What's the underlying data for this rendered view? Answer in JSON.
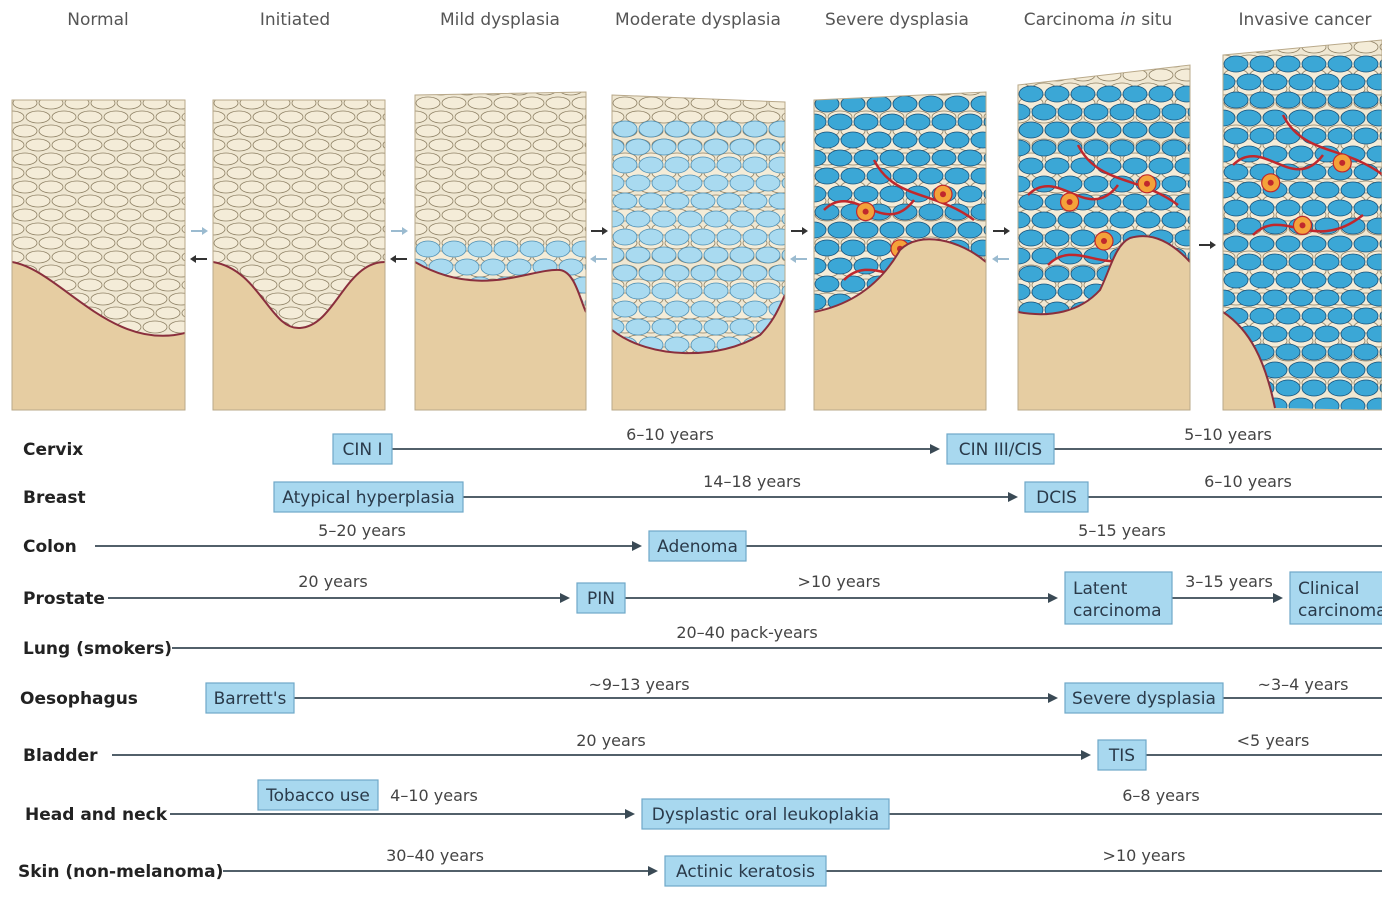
{
  "stages": [
    "Normal",
    "Initiated",
    "Mild dysplasia",
    "Moderate dysplasia",
    "Severe dysplasia",
    "Carcinoma in situ",
    "Invasive cancer"
  ],
  "organs": [
    {
      "name": "Cervix",
      "boxes": [
        "CIN I",
        "CIN III/CIS"
      ],
      "durations": [
        "6–10 years",
        "5–10 years"
      ]
    },
    {
      "name": "Breast",
      "boxes": [
        "Atypical hyperplasia",
        "DCIS"
      ],
      "durations": [
        "14–18 years",
        "6–10 years"
      ]
    },
    {
      "name": "Colon",
      "boxes": [
        "Adenoma"
      ],
      "durations": [
        "5–20 years",
        "5–15 years"
      ]
    },
    {
      "name": "Prostate",
      "boxes": [
        "PIN",
        "Latent carcinoma",
        "Clinical carcinoma"
      ],
      "durations": [
        "20 years",
        ">10 years",
        "3–15 years"
      ]
    },
    {
      "name": "Lung (smokers)",
      "boxes": [],
      "durations": [
        "20–40 pack-years"
      ]
    },
    {
      "name": "Oesophagus",
      "boxes": [
        "Barrett's",
        "Severe dysplasia"
      ],
      "durations": [
        "~9–13 years",
        "~3–4 years"
      ]
    },
    {
      "name": "Bladder",
      "boxes": [
        "TIS"
      ],
      "durations": [
        "20 years",
        "<5 years"
      ]
    },
    {
      "name": "Head and neck",
      "boxes": [
        "Tobacco use",
        "Dysplastic oral leukoplakia"
      ],
      "durations": [
        "4–10 years",
        "6–8 years"
      ]
    },
    {
      "name": "Skin (non-melanoma)",
      "boxes": [
        "Actinic keratosis"
      ],
      "durations": [
        "30–40 years",
        ">10 years"
      ]
    }
  ]
}
